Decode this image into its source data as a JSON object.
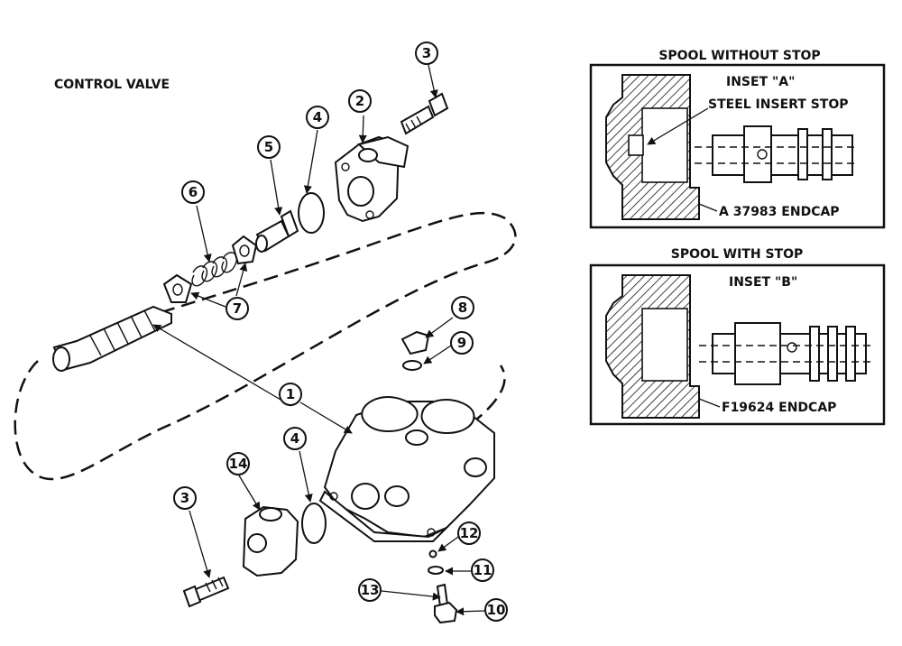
{
  "title": "CONTROL VALVE",
  "inset_a": {
    "heading": "SPOOL WITHOUT STOP",
    "label": "INSET \"A\"",
    "stop_label": "STEEL INSERT STOP",
    "endcap_label": "A 37983 ENDCAP"
  },
  "inset_b": {
    "heading": "SPOOL WITH STOP",
    "label": "INSET \"B\"",
    "endcap_label": "F19624 ENDCAP"
  },
  "callouts": [
    "1",
    "2",
    "3",
    "3",
    "4",
    "4",
    "5",
    "6",
    "7",
    "8",
    "9",
    "10",
    "11",
    "12",
    "13",
    "14"
  ]
}
